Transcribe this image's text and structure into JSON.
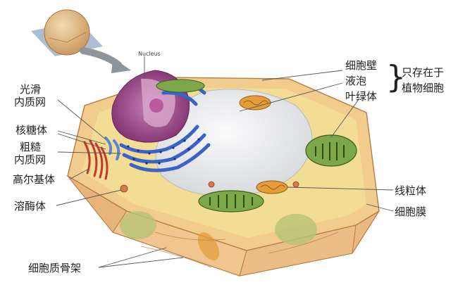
{
  "labels": {
    "nucleus": "Nucleus",
    "smooth_er_1": "光滑",
    "smooth_er_2": "内质网",
    "ribosome": "核糖体",
    "rough_er_1": "粗糙",
    "rough_er_2": "内质网",
    "golgi": "高尔基体",
    "lysosome": "溶酶体",
    "cytoskeleton": "细胞质骨架",
    "cell_wall": "细胞壁",
    "vacuole": "液泡",
    "chloroplast": "叶绿体",
    "plant_only_1": "只存在于",
    "plant_only_2": "植物细胞",
    "mitochondrion": "线粒体",
    "cell_membrane": "细胞膜"
  },
  "colors": {
    "cell_wall": "#e9b77a",
    "cytoplasm": "#f2d98e",
    "vacuole": "#e6e7ec",
    "nucleus": "#8a3a78",
    "er": "#3a63c9",
    "chloroplast": "#7da84a",
    "mitochondrion": "#e59d3c",
    "golgi": "#c3392f"
  }
}
